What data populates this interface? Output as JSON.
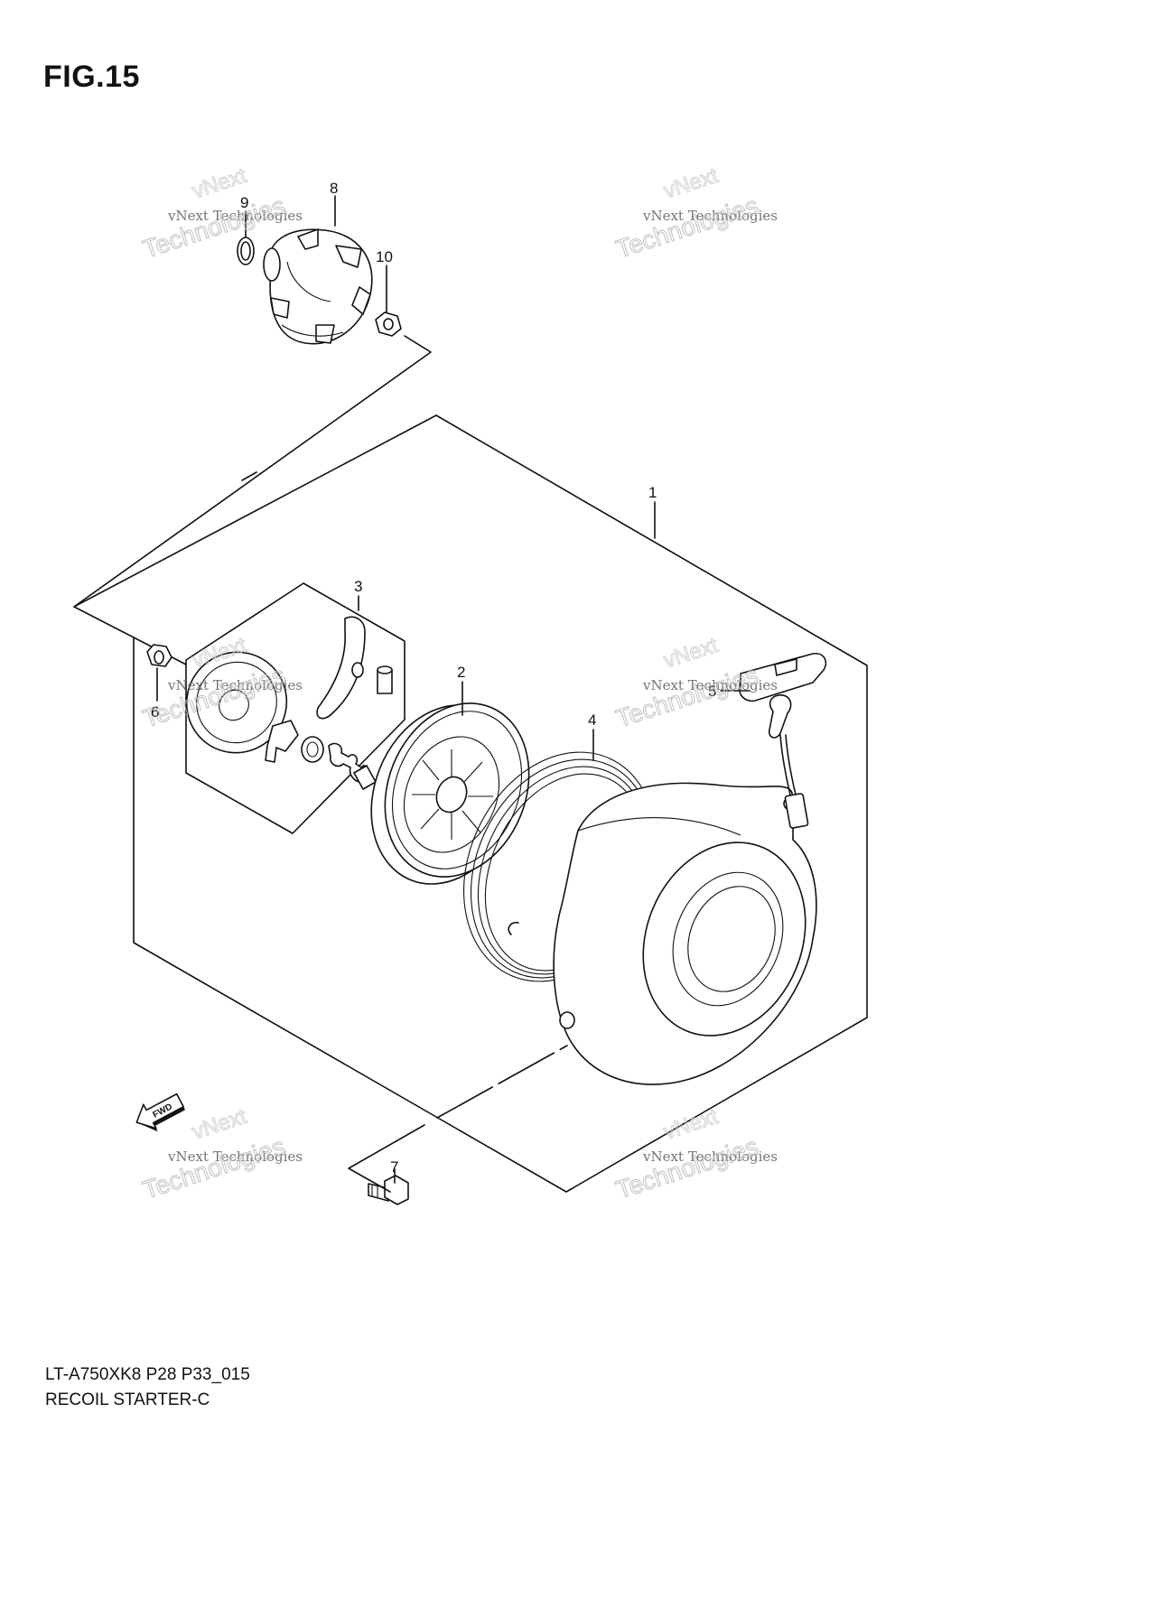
{
  "figure": {
    "title": "FIG.15"
  },
  "callouts": [
    {
      "id": "1",
      "label": "1"
    },
    {
      "id": "2",
      "label": "2"
    },
    {
      "id": "3",
      "label": "3"
    },
    {
      "id": "4",
      "label": "4"
    },
    {
      "id": "5",
      "label": "5"
    },
    {
      "id": "6",
      "label": "6"
    },
    {
      "id": "7",
      "label": "7"
    },
    {
      "id": "8",
      "label": "8"
    },
    {
      "id": "9",
      "label": "9"
    },
    {
      "id": "10",
      "label": "10"
    }
  ],
  "watermark": {
    "line1": "vNext Technologies",
    "line2": "Technologies",
    "line3": "vNext"
  },
  "fwd_arrow": {
    "label": "FWD"
  },
  "footer": {
    "code": "LT-A750XK8 P28 P33_015",
    "name": "RECOIL STARTER-C"
  }
}
